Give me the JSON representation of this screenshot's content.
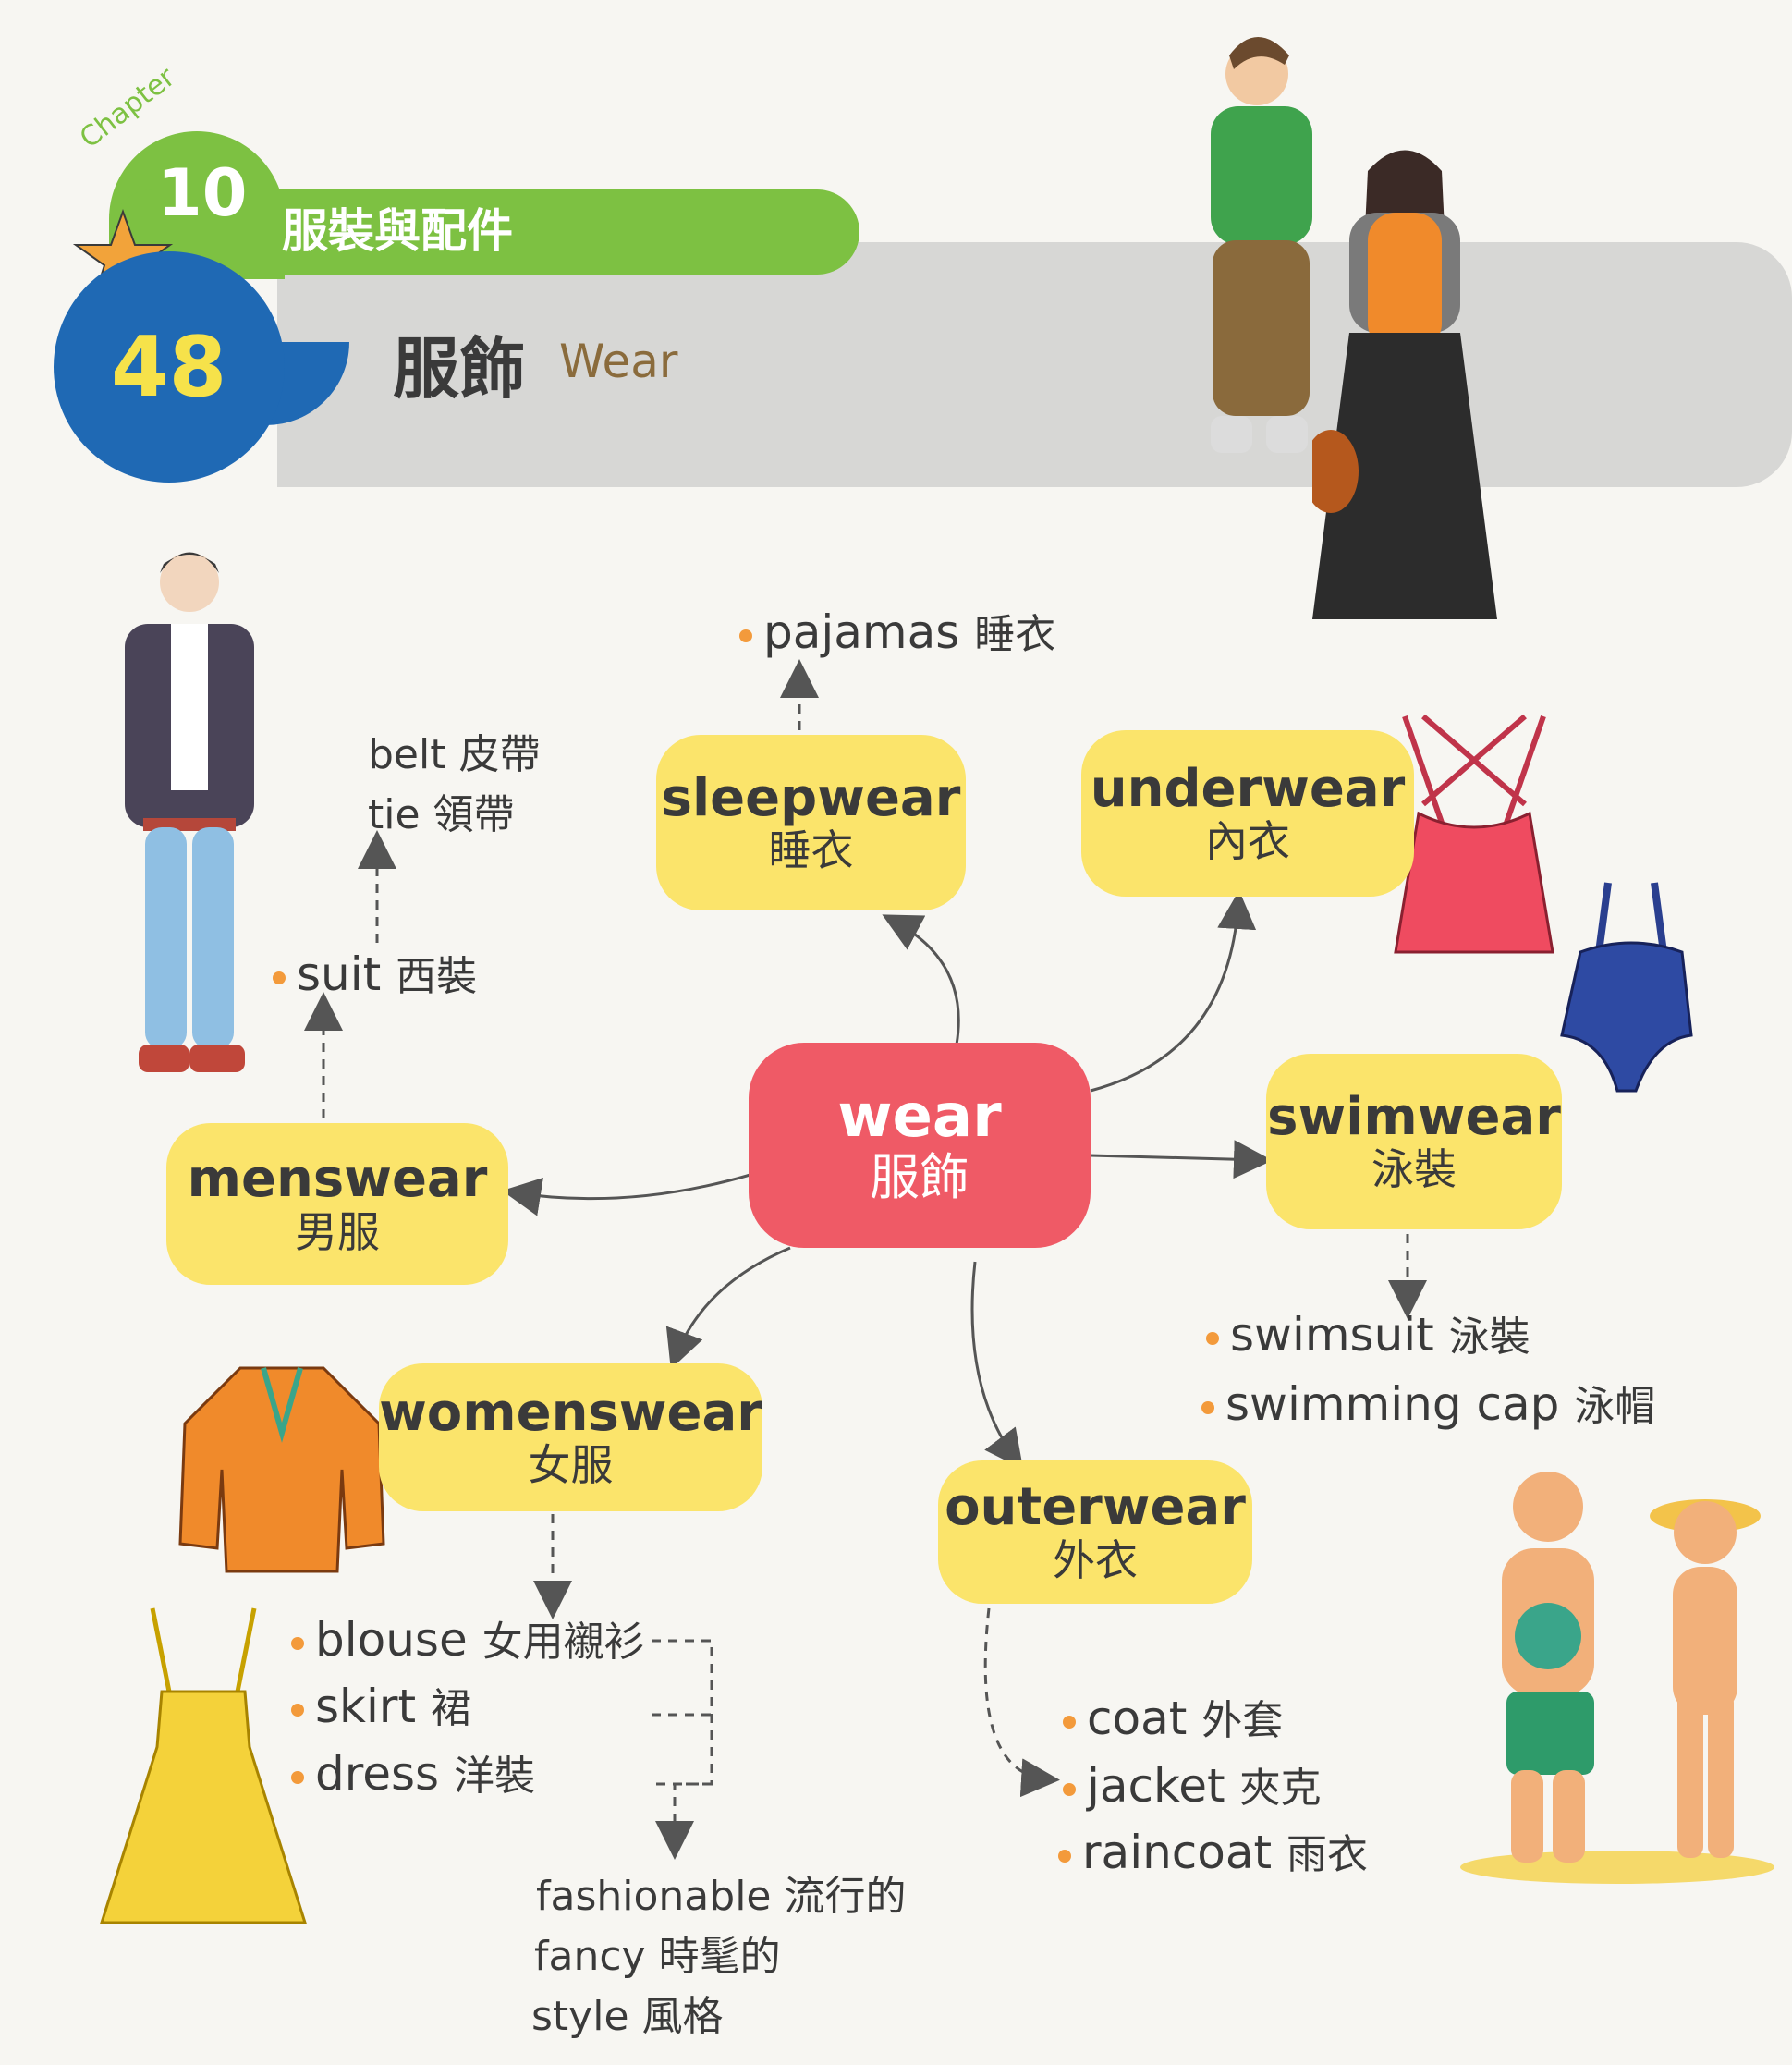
{
  "header": {
    "chapter_word": "Chapter",
    "chapter_number": "10",
    "chapter_title": "服裝與配件",
    "unit_number": "48",
    "unit_title": "服飾",
    "unit_subtitle": "Wear"
  },
  "center": {
    "en": "wear",
    "zh": "服飾"
  },
  "nodes": {
    "sleepwear": {
      "en": "sleepwear",
      "zh": "睡衣"
    },
    "underwear": {
      "en": "underwear",
      "zh": "內衣"
    },
    "menswear": {
      "en": "menswear",
      "zh": "男服"
    },
    "swimwear": {
      "en": "swimwear",
      "zh": "泳裝"
    },
    "womenswear": {
      "en": "womenswear",
      "zh": "女服"
    },
    "outerwear": {
      "en": "outerwear",
      "zh": "外衣"
    }
  },
  "words": {
    "sleepwear": [
      {
        "en": "pajamas",
        "zh": "睡衣"
      }
    ],
    "menswear": [
      {
        "en": "suit",
        "zh": "西裝"
      }
    ],
    "menswear_extra": [
      {
        "en": "belt",
        "zh": "皮帶"
      },
      {
        "en": "tie",
        "zh": "領帶"
      }
    ],
    "swimwear": [
      {
        "en": "swimsuit",
        "zh": "泳裝"
      },
      {
        "en": "swimming cap",
        "zh": "泳帽"
      }
    ],
    "womenswear": [
      {
        "en": "blouse",
        "zh": "女用襯衫"
      },
      {
        "en": "skirt",
        "zh": "裙"
      },
      {
        "en": "dress",
        "zh": "洋裝"
      }
    ],
    "womenswear_extra": [
      {
        "en": "fashionable",
        "zh": "流行的"
      },
      {
        "en": "fancy",
        "zh": "時髦的"
      },
      {
        "en": "style",
        "zh": "風格"
      }
    ],
    "outerwear": [
      {
        "en": "coat",
        "zh": "外套"
      },
      {
        "en": "jacket",
        "zh": "夾克"
      },
      {
        "en": "raincoat",
        "zh": "雨衣"
      }
    ]
  },
  "colors": {
    "node_yellow": "#fbe46b",
    "center_red": "#ef5a66",
    "chapter_green": "#7dc142",
    "unit_blue": "#1f69b4",
    "bullet_orange": "#f39a3b"
  }
}
